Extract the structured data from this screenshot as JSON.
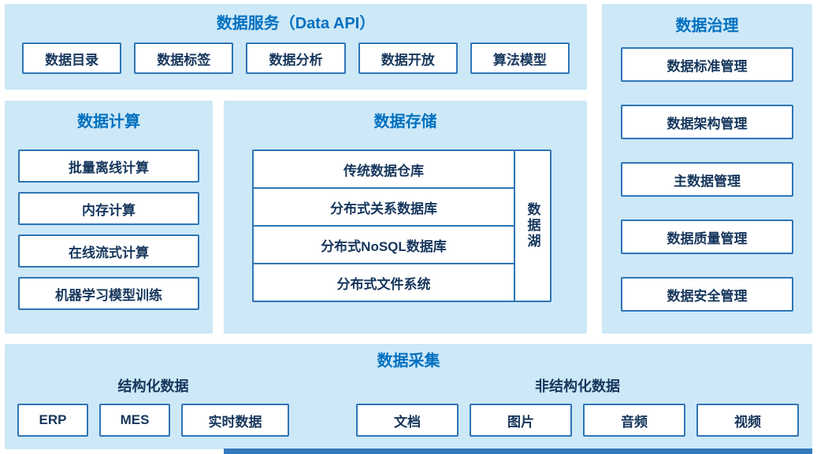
{
  "colors": {
    "title_accent": "#0070c0",
    "panel_bg": "#cde8f7",
    "box_border": "#2e75b6",
    "box_text": "#16365c"
  },
  "diagram": {
    "service": {
      "title": "数据服务（Data API）",
      "items": [
        "数据目录",
        "数据标签",
        "数据分析",
        "数据开放",
        "算法模型"
      ]
    },
    "compute": {
      "title": "数据计算",
      "items": [
        "批量离线计算",
        "内存计算",
        "在线流式计算",
        "机器学习模型训练"
      ]
    },
    "storage": {
      "title": "数据存储",
      "rows": [
        "传统数据仓库",
        "分布式关系数据库",
        "分布式NoSQL数据库",
        "分布式文件系统"
      ],
      "lake": "数据湖"
    },
    "governance": {
      "title": "数据治理",
      "items": [
        "数据标准管理",
        "数据架构管理",
        "主数据管理",
        "数据质量管理",
        "数据安全管理"
      ]
    },
    "collection": {
      "title": "数据采集",
      "structured": {
        "label": "结构化数据",
        "items": [
          "ERP",
          "MES",
          "实时数据"
        ]
      },
      "unstructured": {
        "label": "非结构化数据",
        "items": [
          "文档",
          "图片",
          "音频",
          "视频"
        ]
      }
    }
  }
}
